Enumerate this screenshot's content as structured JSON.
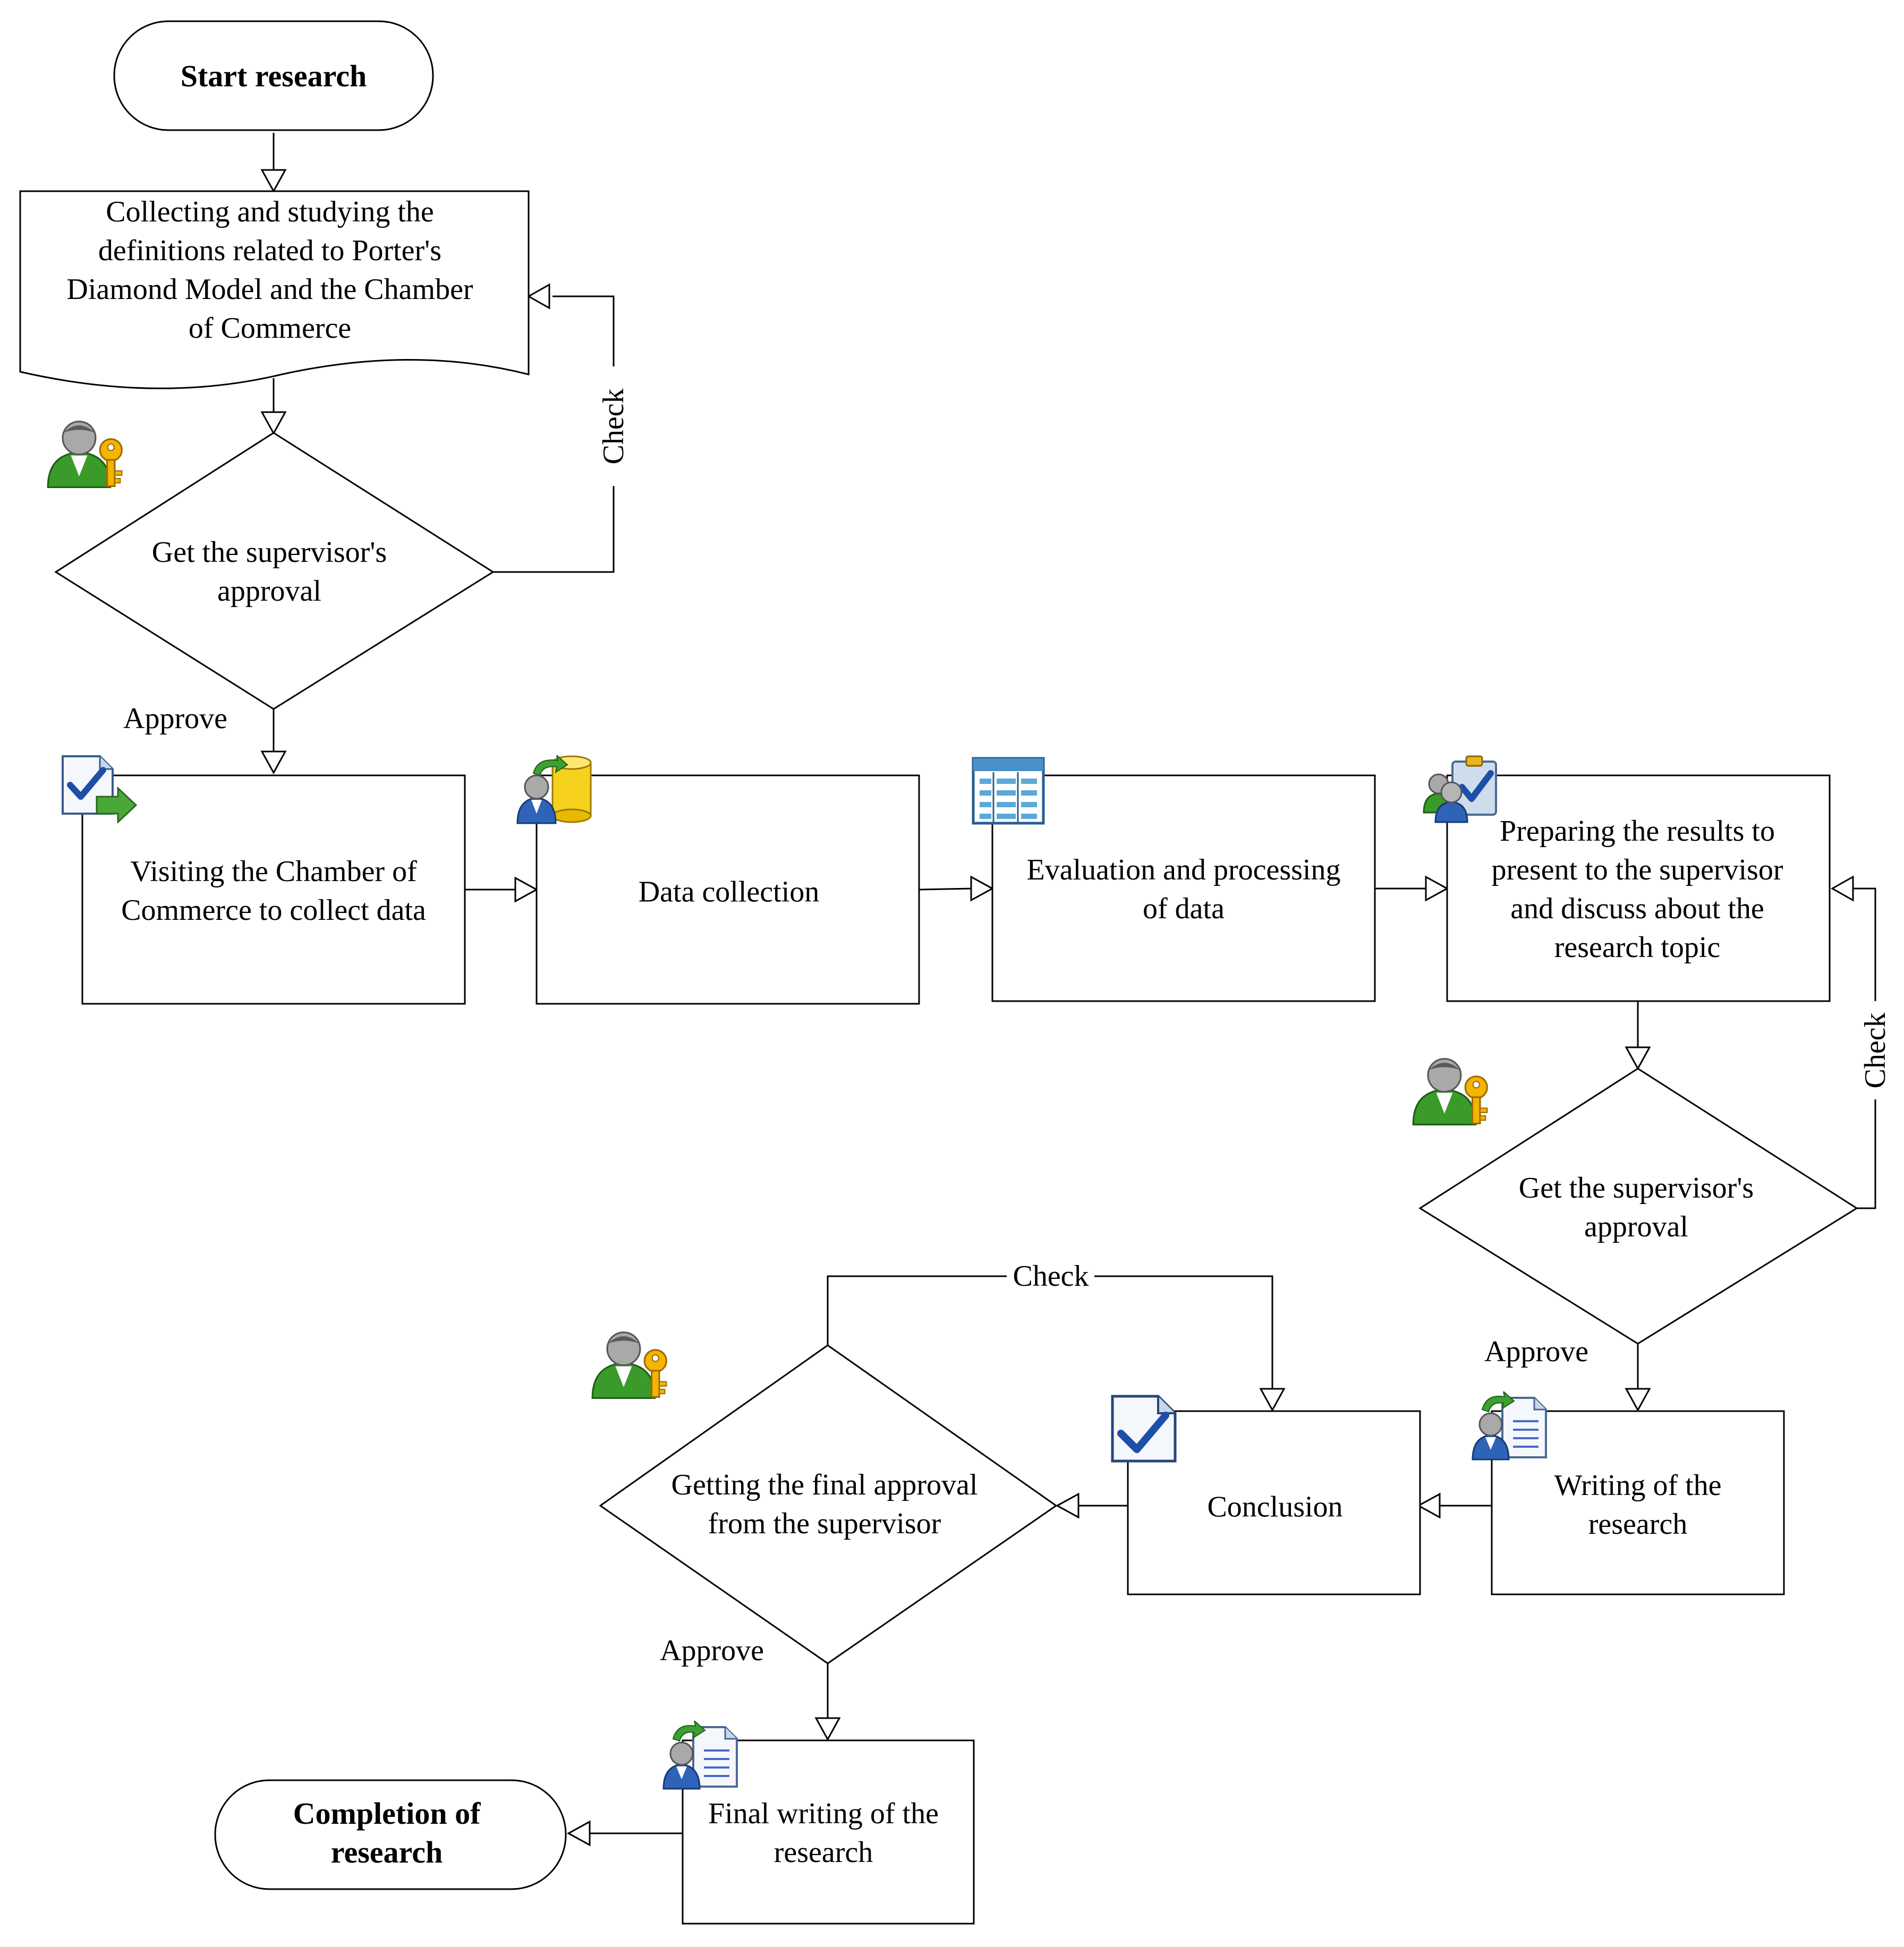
{
  "nodes": {
    "start": {
      "lines": [
        "Start research"
      ]
    },
    "collect_defs": {
      "lines": [
        "Collecting and studying the",
        "definitions related to Porter's",
        "Diamond Model and the Chamber",
        "of Commerce"
      ]
    },
    "approval_1": {
      "lines": [
        "Get the supervisor's",
        "approval"
      ]
    },
    "visit_chamber": {
      "lines": [
        "Visiting the Chamber of",
        "Commerce to collect data"
      ]
    },
    "data_collection": {
      "lines": [
        "Data collection"
      ]
    },
    "evaluation": {
      "lines": [
        "Evaluation and processing",
        "of data"
      ]
    },
    "prepare_results": {
      "lines": [
        "Preparing the results to",
        "present to the supervisor",
        "and discuss about the",
        "research topic"
      ]
    },
    "approval_2": {
      "lines": [
        "Get the supervisor's",
        "approval"
      ]
    },
    "writing": {
      "lines": [
        "Writing of the",
        "research"
      ]
    },
    "conclusion": {
      "lines": [
        "Conclusion"
      ]
    },
    "final_approval": {
      "lines": [
        "Getting the final approval",
        "from the supervisor"
      ]
    },
    "final_writing": {
      "lines": [
        "Final writing of the",
        "research"
      ]
    },
    "completion": {
      "lines": [
        "Completion of",
        "research"
      ]
    }
  },
  "edge_labels": {
    "check_1": "Check",
    "approve_1": "Approve",
    "check_2": "Check",
    "approve_2": "Approve",
    "check_3": "Check",
    "approve_3": "Approve"
  },
  "icons": {
    "approval_1": "supervisor-key-icon",
    "visit_chamber": "document-check-arrow-icon",
    "data_collection": "user-database-icon",
    "evaluation": "data-table-icon",
    "prepare_results": "users-clipboard-icon",
    "approval_2": "supervisor-key-icon",
    "final_approval": "supervisor-key-icon",
    "conclusion": "document-checkmark-icon",
    "writing": "user-document-icon",
    "final_writing": "user-document-icon"
  }
}
